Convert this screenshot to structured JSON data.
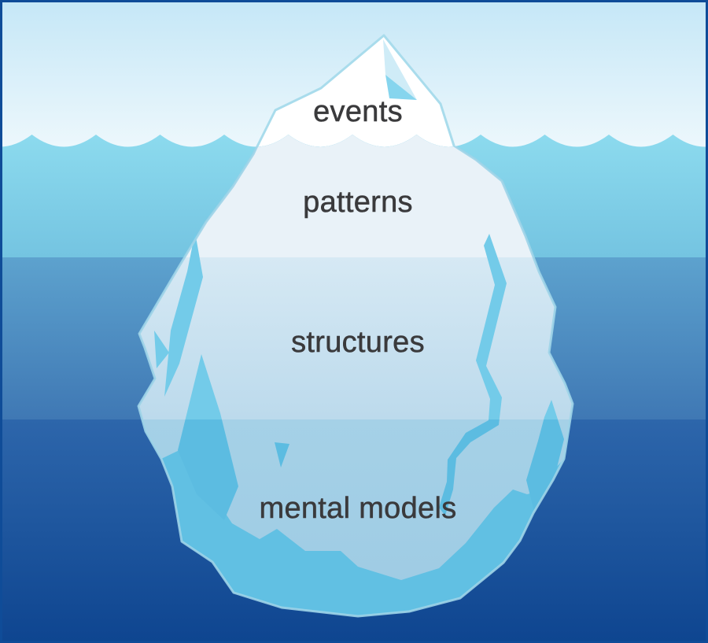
{
  "diagram": {
    "name": "iceberg-model",
    "levels": [
      {
        "label": "events",
        "position": "above-water"
      },
      {
        "label": "patterns",
        "position": "just-below-surface"
      },
      {
        "label": "structures",
        "position": "mid-depth"
      },
      {
        "label": "mental models",
        "position": "deep"
      }
    ]
  },
  "colors": {
    "sky_top": "#c5e7f7",
    "sky_bottom": "#eef8fc",
    "water1_top": "#8edcef",
    "water1_bottom": "#74c4e1",
    "water2_top": "#5da2ce",
    "water2_bottom": "#3f78b4",
    "water3_top": "#2d66ab",
    "water3_bottom": "#0e4590",
    "berg_white": "#ffffff",
    "berg_stroke_above": "#a9dcec",
    "berg_stroke_below": "#9ed4e8",
    "berg_band1": "#e9f2f8",
    "berg_band2_top": "#d6e9f4",
    "berg_band2_bottom": "#bcdaec",
    "berg_band3_top": "#a5d1e7",
    "berg_band3_bottom": "#9dcae3",
    "rim": "#61c0e3",
    "facet_shallow": "#73cbe9",
    "facet_deep": "#5cbce1",
    "tip_facet_light": "#cfecf7",
    "tip_facet_bright": "#86d5ee",
    "text": "#3a3a3c",
    "frame": "#0f4c98"
  }
}
